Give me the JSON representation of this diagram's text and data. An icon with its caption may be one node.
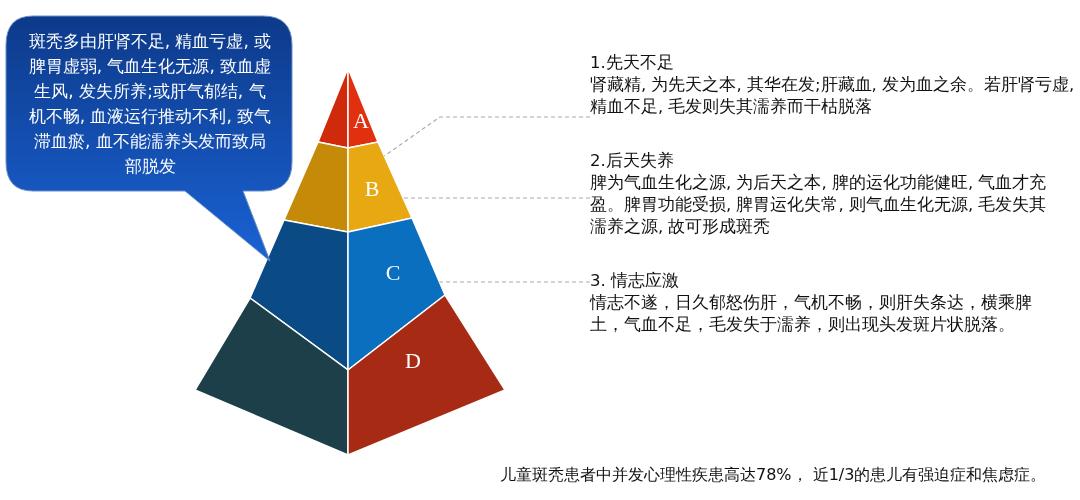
{
  "diagram": {
    "nodes": [
      {
        "text": [
          "斑秃多由肝肾不足, 精血亏虚, 或脾胃虚弱, 气血生化无源, 致血虚生风, 发失所养;或肝气郁结, 气机不畅, 血液运行推动不利, 致气滞血瘀, 血不能濡养头发而致局部脱发"
        ]
      },
      {
        "text": [
          "A"
        ]
      },
      {
        "text": [
          "B"
        ]
      },
      {
        "text": [
          "C"
        ]
      },
      {
        "text": [
          "D"
        ]
      },
      {
        "text": [
          "1.先天不足",
          "肾藏精, 为先天之本, 其华在发;肝藏血, 发为血之余。若肝肾亏虚, 精血不足, 毛发则失其濡养而干枯脱落"
        ]
      },
      {
        "text": [
          "2.后天失养",
          "脾为气血生化之源, 为后天之本, 脾的运化功能健旺, 气血才充盈。脾胃功能受损, 脾胃运化失常, 则气血生化无源, 毛发失其濡养之源, 故可形成斑秃"
        ]
      },
      {
        "text": [
          "3. 情志应激",
          "情志不遂，日久郁怒伤肝，气机不畅，则肝失条达，横乘脾土，气血不足，毛发失于濡养，则出现头发斑片状脱落。"
        ]
      }
    ],
    "edges": [
      {
        "from": 5,
        "to": 2,
        "arrow": "none",
        "style": "dashed"
      },
      {
        "from": 6,
        "to": 2,
        "arrow": "none",
        "style": "dashed"
      },
      {
        "from": 7,
        "to": 3,
        "arrow": "none",
        "style": "dashed"
      }
    ],
    "labels": [
      "儿童斑秃患者中并发心理性疾患高达78%， 近1/3的患儿有强迫症和焦虑症。"
    ]
  }
}
